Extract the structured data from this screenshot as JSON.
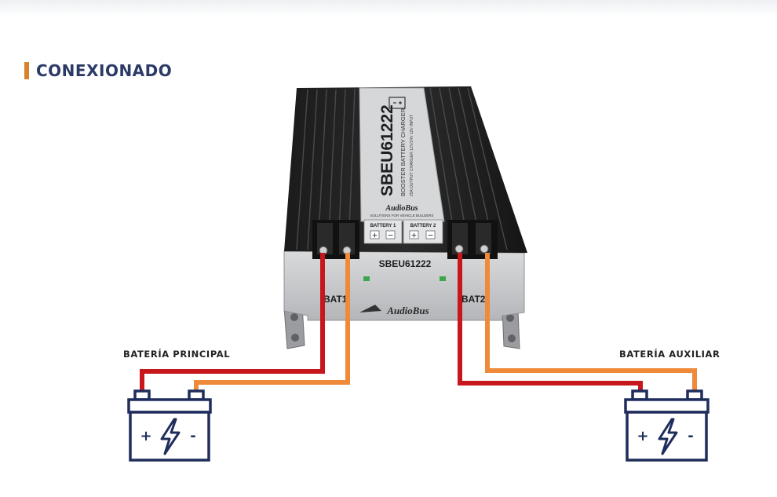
{
  "section": {
    "title": "CONEXIONADO",
    "accent_color": "#d9822b",
    "title_color": "#2b3a67"
  },
  "device": {
    "model": "SBEU61222",
    "label_line1": "BOOSTER BATTERY CHARGER",
    "label_line2": "25A OUTPUT CHARGER 12V/24V 12V INPUT",
    "brand": "AudioBus",
    "brand_tagline": "SOLUTIONS FOR VEHICLE BUILDERS",
    "front_model": "SBEU61222",
    "terminal_left_label": "BATTERY 1",
    "terminal_right_label": "BATTERY 2",
    "plus_sign": "+",
    "minus_sign": "−",
    "side_left_label": "BAT1",
    "side_right_label": "BAT2"
  },
  "batteries": {
    "principal": {
      "label": "BATERÍA PRINCIPAL",
      "plus": "+",
      "minus": "-"
    },
    "auxiliar": {
      "label": "BATERÍA AUXILIAR",
      "plus": "+",
      "minus": "-"
    }
  },
  "colors": {
    "positive_wire": "#c8161d",
    "negative_wire": "#ef8a3a",
    "battery_outline": "#1f2d5c"
  }
}
